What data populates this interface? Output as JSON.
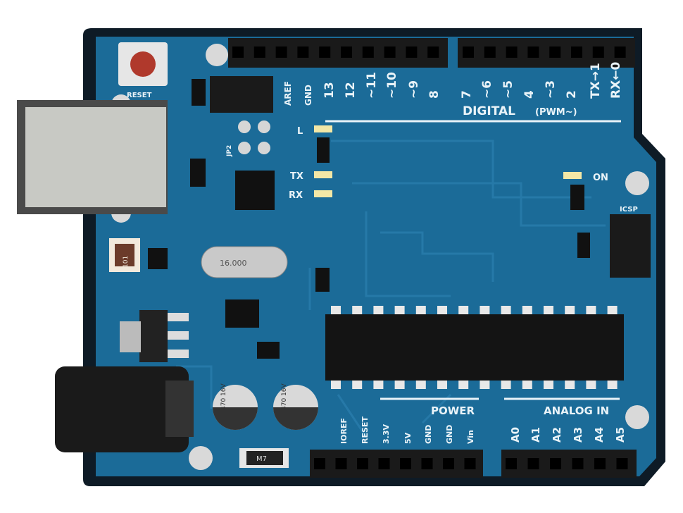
{
  "board": {
    "reset_label": "RESET",
    "jumper_label": "JP2",
    "led_l": "L",
    "led_tx": "TX",
    "led_rx": "RX",
    "led_on": "ON",
    "icsp_label": "ICSP",
    "crystal_label": "16.000",
    "resistor_label": "101",
    "cap_label_1": "470 16V",
    "cap_label_2": "470 16V",
    "diode_label": "M7",
    "digital_title": "DIGITAL",
    "digital_pwm": "(PWM~)",
    "power_title": "POWER",
    "analog_title": "ANALOG IN",
    "digital_pins": [
      "AREF",
      "GND",
      "13",
      "12",
      "~11",
      "~10",
      "~9",
      "8",
      "7",
      "~6",
      "~5",
      "4",
      "~3",
      "2",
      "TX→1",
      "RX←0"
    ],
    "power_pins": [
      "IOREF",
      "RESET",
      "3.3V",
      "5V",
      "GND",
      "GND",
      "Vin"
    ],
    "analog_pins": [
      "A0",
      "A1",
      "A2",
      "A3",
      "A4",
      "A5"
    ]
  },
  "colors": {
    "board": "#1b6b98",
    "outline": "#0e1b26",
    "header": "#1a1a1a",
    "silk": "#e9f3f8"
  }
}
